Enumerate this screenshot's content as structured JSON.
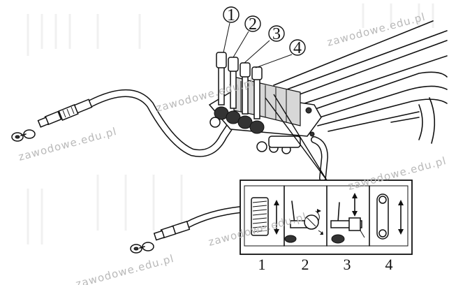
{
  "callouts": [
    "1",
    "2",
    "3",
    "4"
  ],
  "panel_labels": [
    "1",
    "2",
    "3",
    "4"
  ],
  "watermark": "zawodowe.edu.pl"
}
